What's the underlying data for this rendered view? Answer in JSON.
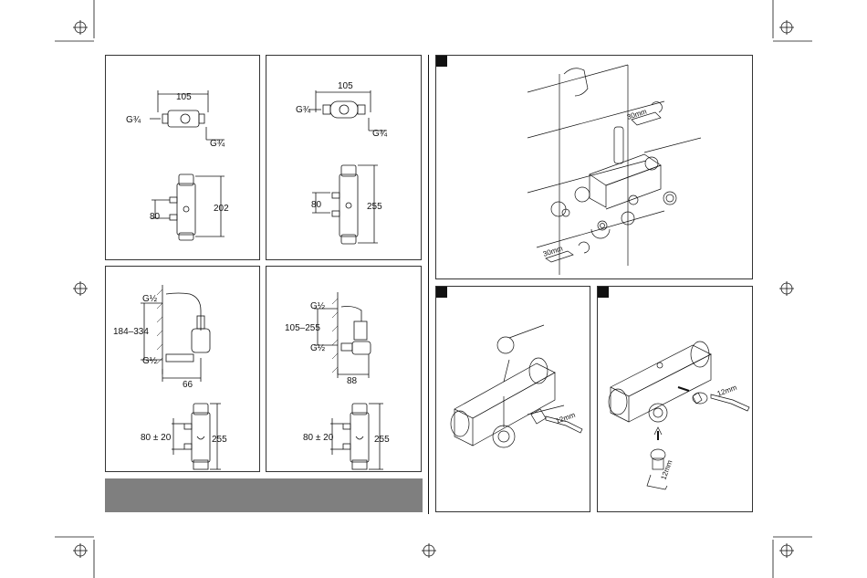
{
  "labels": {
    "p1_width": "105",
    "p1_g_left": "G¾",
    "p1_g_right": "G¾",
    "p1_spacing": "80",
    "p1_height": "202",
    "p2_width": "105",
    "p2_g_left": "G¾",
    "p2_g_right": "G¾",
    "p2_spacing": "80",
    "p2_height": "255",
    "p3_g_top": "G½",
    "p3_range": "184–334",
    "p3_g_bottom": "G½",
    "p3_depth": "66",
    "p3_spacing": "80 ± 20",
    "p3_height": "255",
    "p4_g_top": "G½",
    "p4_range": "105–255",
    "p4_g_bottom": "G½",
    "p4_depth": "88",
    "p4_spacing": "80 ± 20",
    "p4_height": "255",
    "p5_wrench_top": "30mm",
    "p5_wrench_bottom": "30mm",
    "p6_hex": "12mm",
    "p7_hex_right": "12mm",
    "p7_hex_bottom": "12mm"
  },
  "colors": {
    "footer_bar": "#7f7f7f",
    "line": "#111111"
  }
}
